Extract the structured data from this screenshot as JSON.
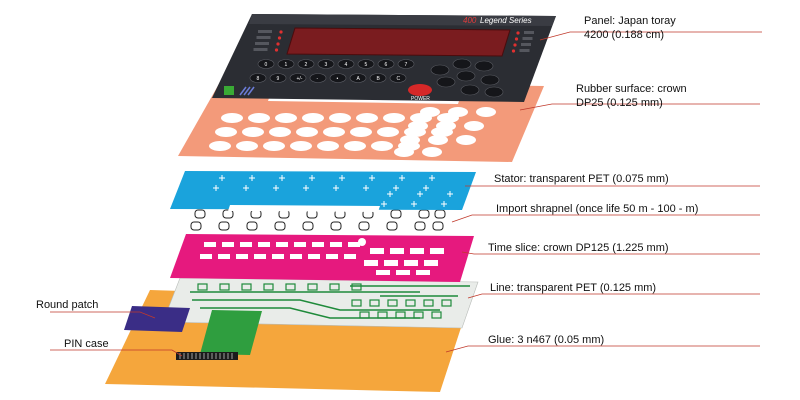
{
  "panel": {
    "brand": "Legend Series",
    "brand_prefix": "400",
    "numeric_keys": [
      "0",
      "1",
      "2",
      "3",
      "4",
      "5",
      "6",
      "7",
      "8",
      "9",
      "+/-",
      "-",
      "•",
      "A",
      "B",
      "C"
    ],
    "power_label": "POWER"
  },
  "labels": {
    "panel_line1": "Panel: Japan toray",
    "panel_line2": "4200 (0.188 cm)",
    "rubber_line1": "Rubber surface: crown",
    "rubber_line2": "DP25 (0.125 mm)",
    "stator": "Stator: transparent PET (0.075 mm)",
    "shrapnel": "Import shrapnel (once life 50 m - 100 - m)",
    "time_slice": "Time slice: crown DP125 (1.225 mm)",
    "line": "Line: transparent PET (0.125 mm)",
    "round_patch": "Round patch",
    "glue": "Glue: 3 n467 (0.05 mm)",
    "pin_case": "PIN case"
  },
  "colors": {
    "panel": "#2b2d33",
    "display": "#7a1c1f",
    "rubber": "#f39a7a",
    "stator": "#1aa3dc",
    "time_slice": "#e6197e",
    "line_layer": "#e9ece9",
    "circuit": "#1e8a3a",
    "glue": "#f5a63c",
    "round_patch": "#3a2d86",
    "leader": "#c0392b"
  }
}
